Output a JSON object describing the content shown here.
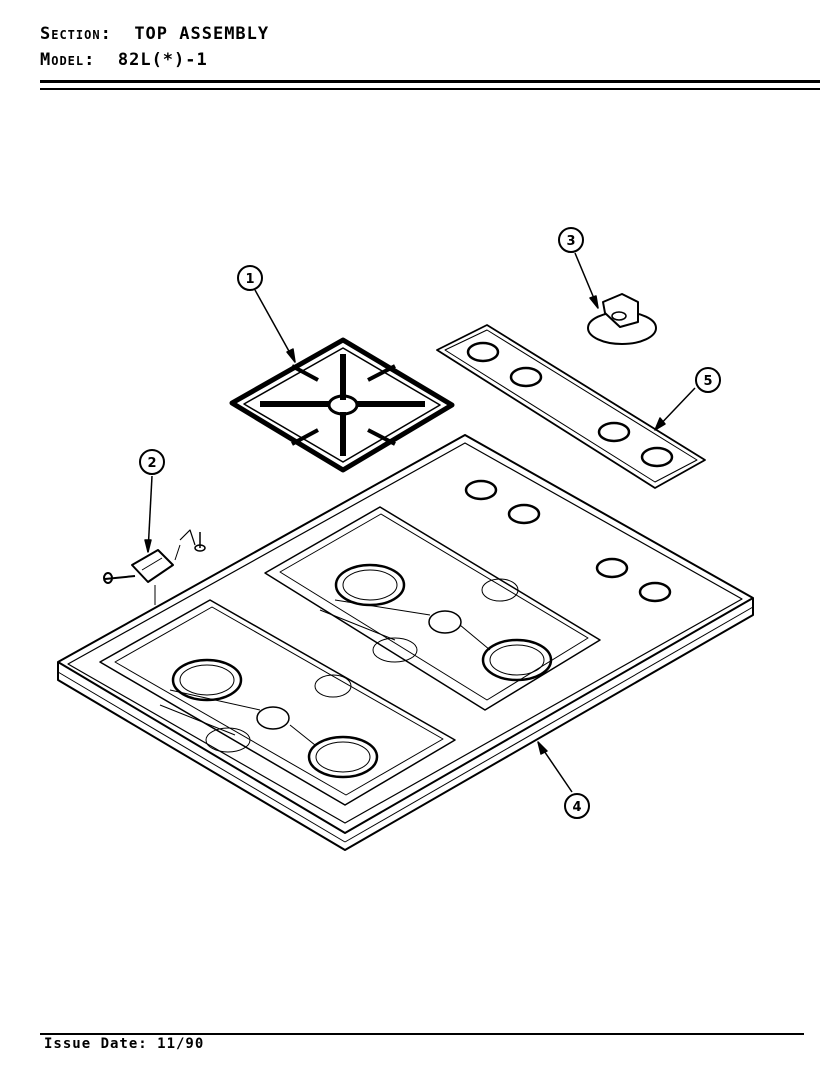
{
  "header": {
    "section_label": "Section:",
    "section_value": "TOP ASSEMBLY",
    "model_label": "Model:",
    "model_value": "82L(*)-1"
  },
  "callouts": [
    "1",
    "2",
    "3",
    "4",
    "5"
  ],
  "footer": {
    "issue_date": "Issue Date: 11/90"
  }
}
